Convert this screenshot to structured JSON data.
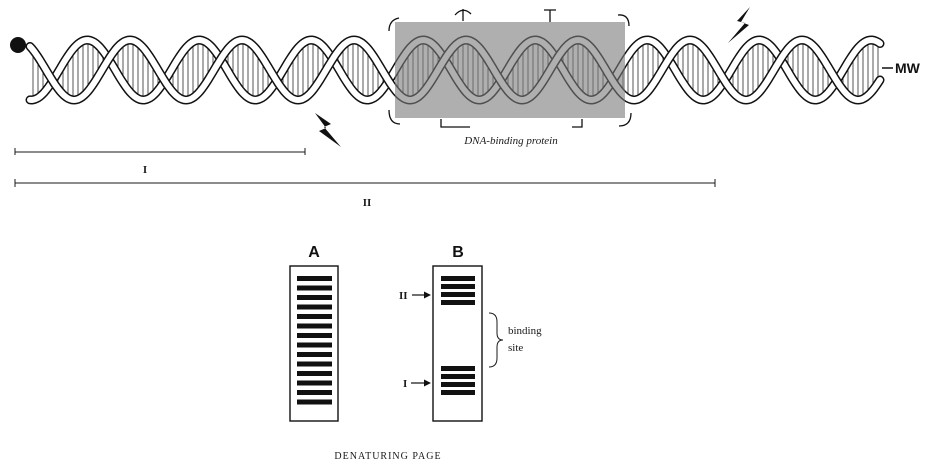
{
  "diagram": {
    "protein_label": "DNA-binding protein",
    "mw_label": "MW",
    "fragment_i_label": "I",
    "fragment_ii_label": "II",
    "caption": "DENATURING PAGE"
  },
  "gels": {
    "a": {
      "label": "A"
    },
    "b": {
      "label": "B",
      "marker_ii": "II",
      "marker_i": "I",
      "site_label_line1": "binding",
      "site_label_line2": "site"
    }
  },
  "colors": {
    "ink": "#111111",
    "protein_box": "#7a7a7a",
    "helix_fill": "#ffffff"
  }
}
